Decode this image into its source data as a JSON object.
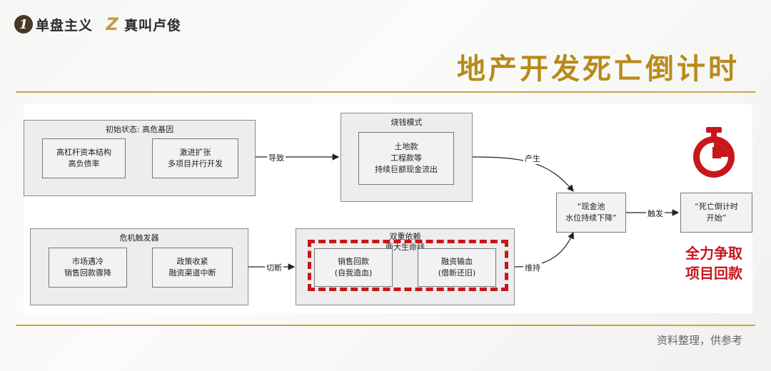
{
  "header": {
    "brand_mark": "1",
    "brand_name": "单盘主义",
    "brand2_mark": "Z",
    "brand2_name": "真叫卢俊",
    "title": "地产开发死亡倒计时"
  },
  "diagram": {
    "initial": {
      "title": "初始状态: 高危基因",
      "nodes": [
        {
          "lines": [
            "高杠杆资本结构",
            "高负债率"
          ]
        },
        {
          "lines": [
            "激进扩张",
            "多项目并行开发"
          ]
        }
      ]
    },
    "burn": {
      "title": "烧钱模式",
      "lines": [
        "土地款",
        "工程款等",
        "持续巨额现金流出"
      ]
    },
    "trigger": {
      "title": "危机触发器",
      "nodes": [
        {
          "lines": [
            "市场遇冷",
            "销售回款骤降"
          ]
        },
        {
          "lines": [
            "政策收紧",
            "融资渠道中断"
          ]
        }
      ]
    },
    "dual": {
      "title_line1": "双重依赖",
      "title_line2": "两大生命线",
      "nodes": [
        {
          "lines": [
            "销售回款",
            "(自我造血)"
          ]
        },
        {
          "lines": [
            "融资输血",
            "(借新还旧)"
          ]
        }
      ]
    },
    "cash": {
      "lines": [
        "“现金池",
        "水位持续下降”"
      ]
    },
    "countdown": {
      "lines": [
        "“死亡倒计时",
        "开始”"
      ]
    },
    "edges": {
      "initial_to_burn": "导致",
      "burn_to_cash": "产生",
      "trigger_to_dual": "切断",
      "dual_to_cash": "维持",
      "cash_to_countdown": "触发"
    }
  },
  "callout": {
    "icon": "stopwatch-icon",
    "line1": "全力争取",
    "line2": "项目回款",
    "color": "#c8161d"
  },
  "footer": {
    "note": "资料整理，供参考"
  }
}
